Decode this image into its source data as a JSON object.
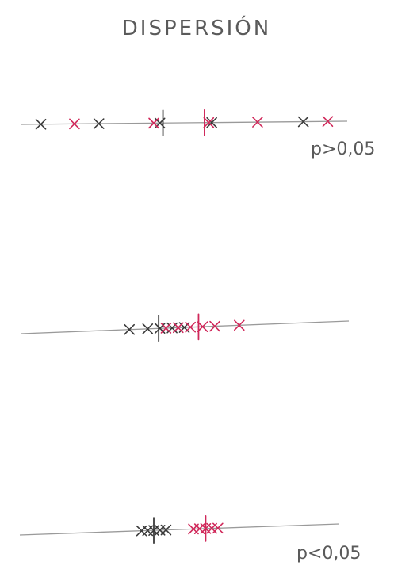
{
  "title": "DISPERSIÓN",
  "colors": {
    "group_a": "#3a3a3a",
    "group_b": "#d0285a",
    "axis": "#9a9a9a",
    "ink": "#5a5a5a"
  },
  "panels": [
    {
      "label": "p>0,05",
      "group_a": [
        0.03,
        0.22,
        0.42,
        0.59,
        0.89
      ],
      "group_b": [
        0.14,
        0.4,
        0.58,
        0.74,
        0.97
      ]
    },
    {
      "label": "",
      "group_a": [
        0.32,
        0.38,
        0.42,
        0.46,
        0.5
      ],
      "group_b": [
        0.44,
        0.48,
        0.52,
        0.56,
        0.6,
        0.68
      ]
    },
    {
      "label": "p<0,05",
      "group_a": [
        0.36,
        0.38,
        0.4,
        0.42,
        0.44
      ],
      "group_b": [
        0.53,
        0.55,
        0.57,
        0.59,
        0.61
      ]
    }
  ]
}
